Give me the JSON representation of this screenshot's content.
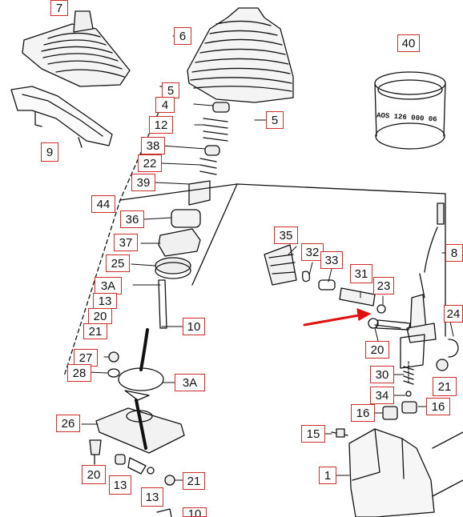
{
  "colors": {
    "callout_border": "#c9302c",
    "arrow": "#e01010",
    "line_art": "#111111"
  },
  "parts_stamp": "AOS 126 000 06",
  "callouts": [
    {
      "id": "c-7",
      "label": "7"
    },
    {
      "id": "c-6",
      "label": "6"
    },
    {
      "id": "c-40",
      "label": "40"
    },
    {
      "id": "c-5a",
      "label": "5"
    },
    {
      "id": "c-4",
      "label": "4"
    },
    {
      "id": "c-5b",
      "label": "5"
    },
    {
      "id": "c-12",
      "label": "12"
    },
    {
      "id": "c-9",
      "label": "9"
    },
    {
      "id": "c-38",
      "label": "38"
    },
    {
      "id": "c-22",
      "label": "22"
    },
    {
      "id": "c-39",
      "label": "39"
    },
    {
      "id": "c-44",
      "label": "44"
    },
    {
      "id": "c-36",
      "label": "36"
    },
    {
      "id": "c-35",
      "label": "35"
    },
    {
      "id": "c-37",
      "label": "37"
    },
    {
      "id": "c-32",
      "label": "32"
    },
    {
      "id": "c-33",
      "label": "33"
    },
    {
      "id": "c-8",
      "label": "8"
    },
    {
      "id": "c-25",
      "label": "25"
    },
    {
      "id": "c-31",
      "label": "31"
    },
    {
      "id": "c-3A-top",
      "label": "3A"
    },
    {
      "id": "c-23",
      "label": "23"
    },
    {
      "id": "c-13a",
      "label": "13"
    },
    {
      "id": "c-24",
      "label": "24"
    },
    {
      "id": "c-20a",
      "label": "20"
    },
    {
      "id": "c-21a",
      "label": "21"
    },
    {
      "id": "c-10",
      "label": "10"
    },
    {
      "id": "c-20b",
      "label": "20"
    },
    {
      "id": "c-27",
      "label": "27"
    },
    {
      "id": "c-28",
      "label": "28"
    },
    {
      "id": "c-30",
      "label": "30"
    },
    {
      "id": "c-3A-mid",
      "label": "3A"
    },
    {
      "id": "c-21b",
      "label": "21"
    },
    {
      "id": "c-34",
      "label": "34"
    },
    {
      "id": "c-16a",
      "label": "16"
    },
    {
      "id": "c-16b",
      "label": "16"
    },
    {
      "id": "c-26",
      "label": "26"
    },
    {
      "id": "c-15",
      "label": "15"
    },
    {
      "id": "c-1",
      "label": "1"
    },
    {
      "id": "c-20c",
      "label": "20"
    },
    {
      "id": "c-13b",
      "label": "13"
    },
    {
      "id": "c-21c",
      "label": "21"
    },
    {
      "id": "c-13c",
      "label": "13"
    },
    {
      "id": "c-10b",
      "label": "10"
    }
  ]
}
